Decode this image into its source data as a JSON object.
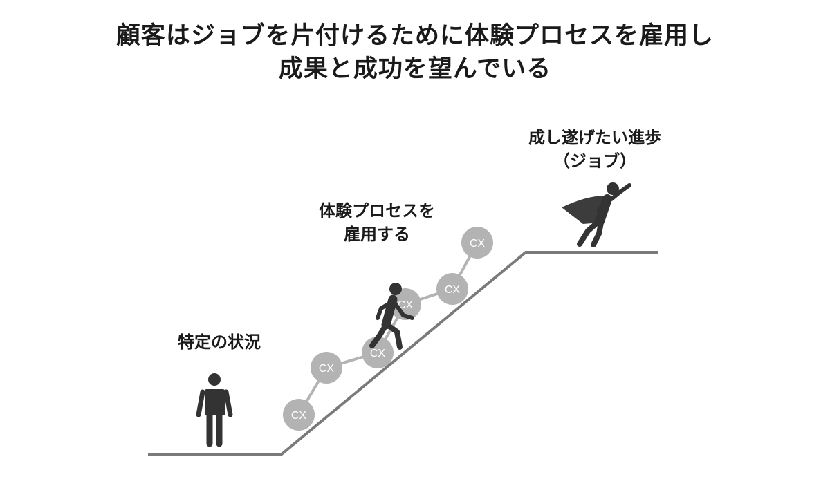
{
  "title": {
    "line1": "顧客はジョブを片付けるために体験プロセスを雇用し",
    "line2": "成果と成功を望んでいる"
  },
  "labels": {
    "situation": "特定の状況",
    "hire_line1": "体験プロセスを",
    "hire_line2": "雇用する",
    "progress_line1": "成し遂げたい進歩",
    "progress_line2": "（ジョブ）"
  },
  "cx_nodes": [
    "CX",
    "CX",
    "CX",
    "CX",
    "CX",
    "CX"
  ],
  "colors": {
    "line": "#7a7a7a",
    "node": "#b3b3b3",
    "figure": "#333333",
    "text": "#1a1a1a"
  },
  "icons": [
    "standing-person-icon",
    "running-person-icon",
    "superhero-icon"
  ]
}
